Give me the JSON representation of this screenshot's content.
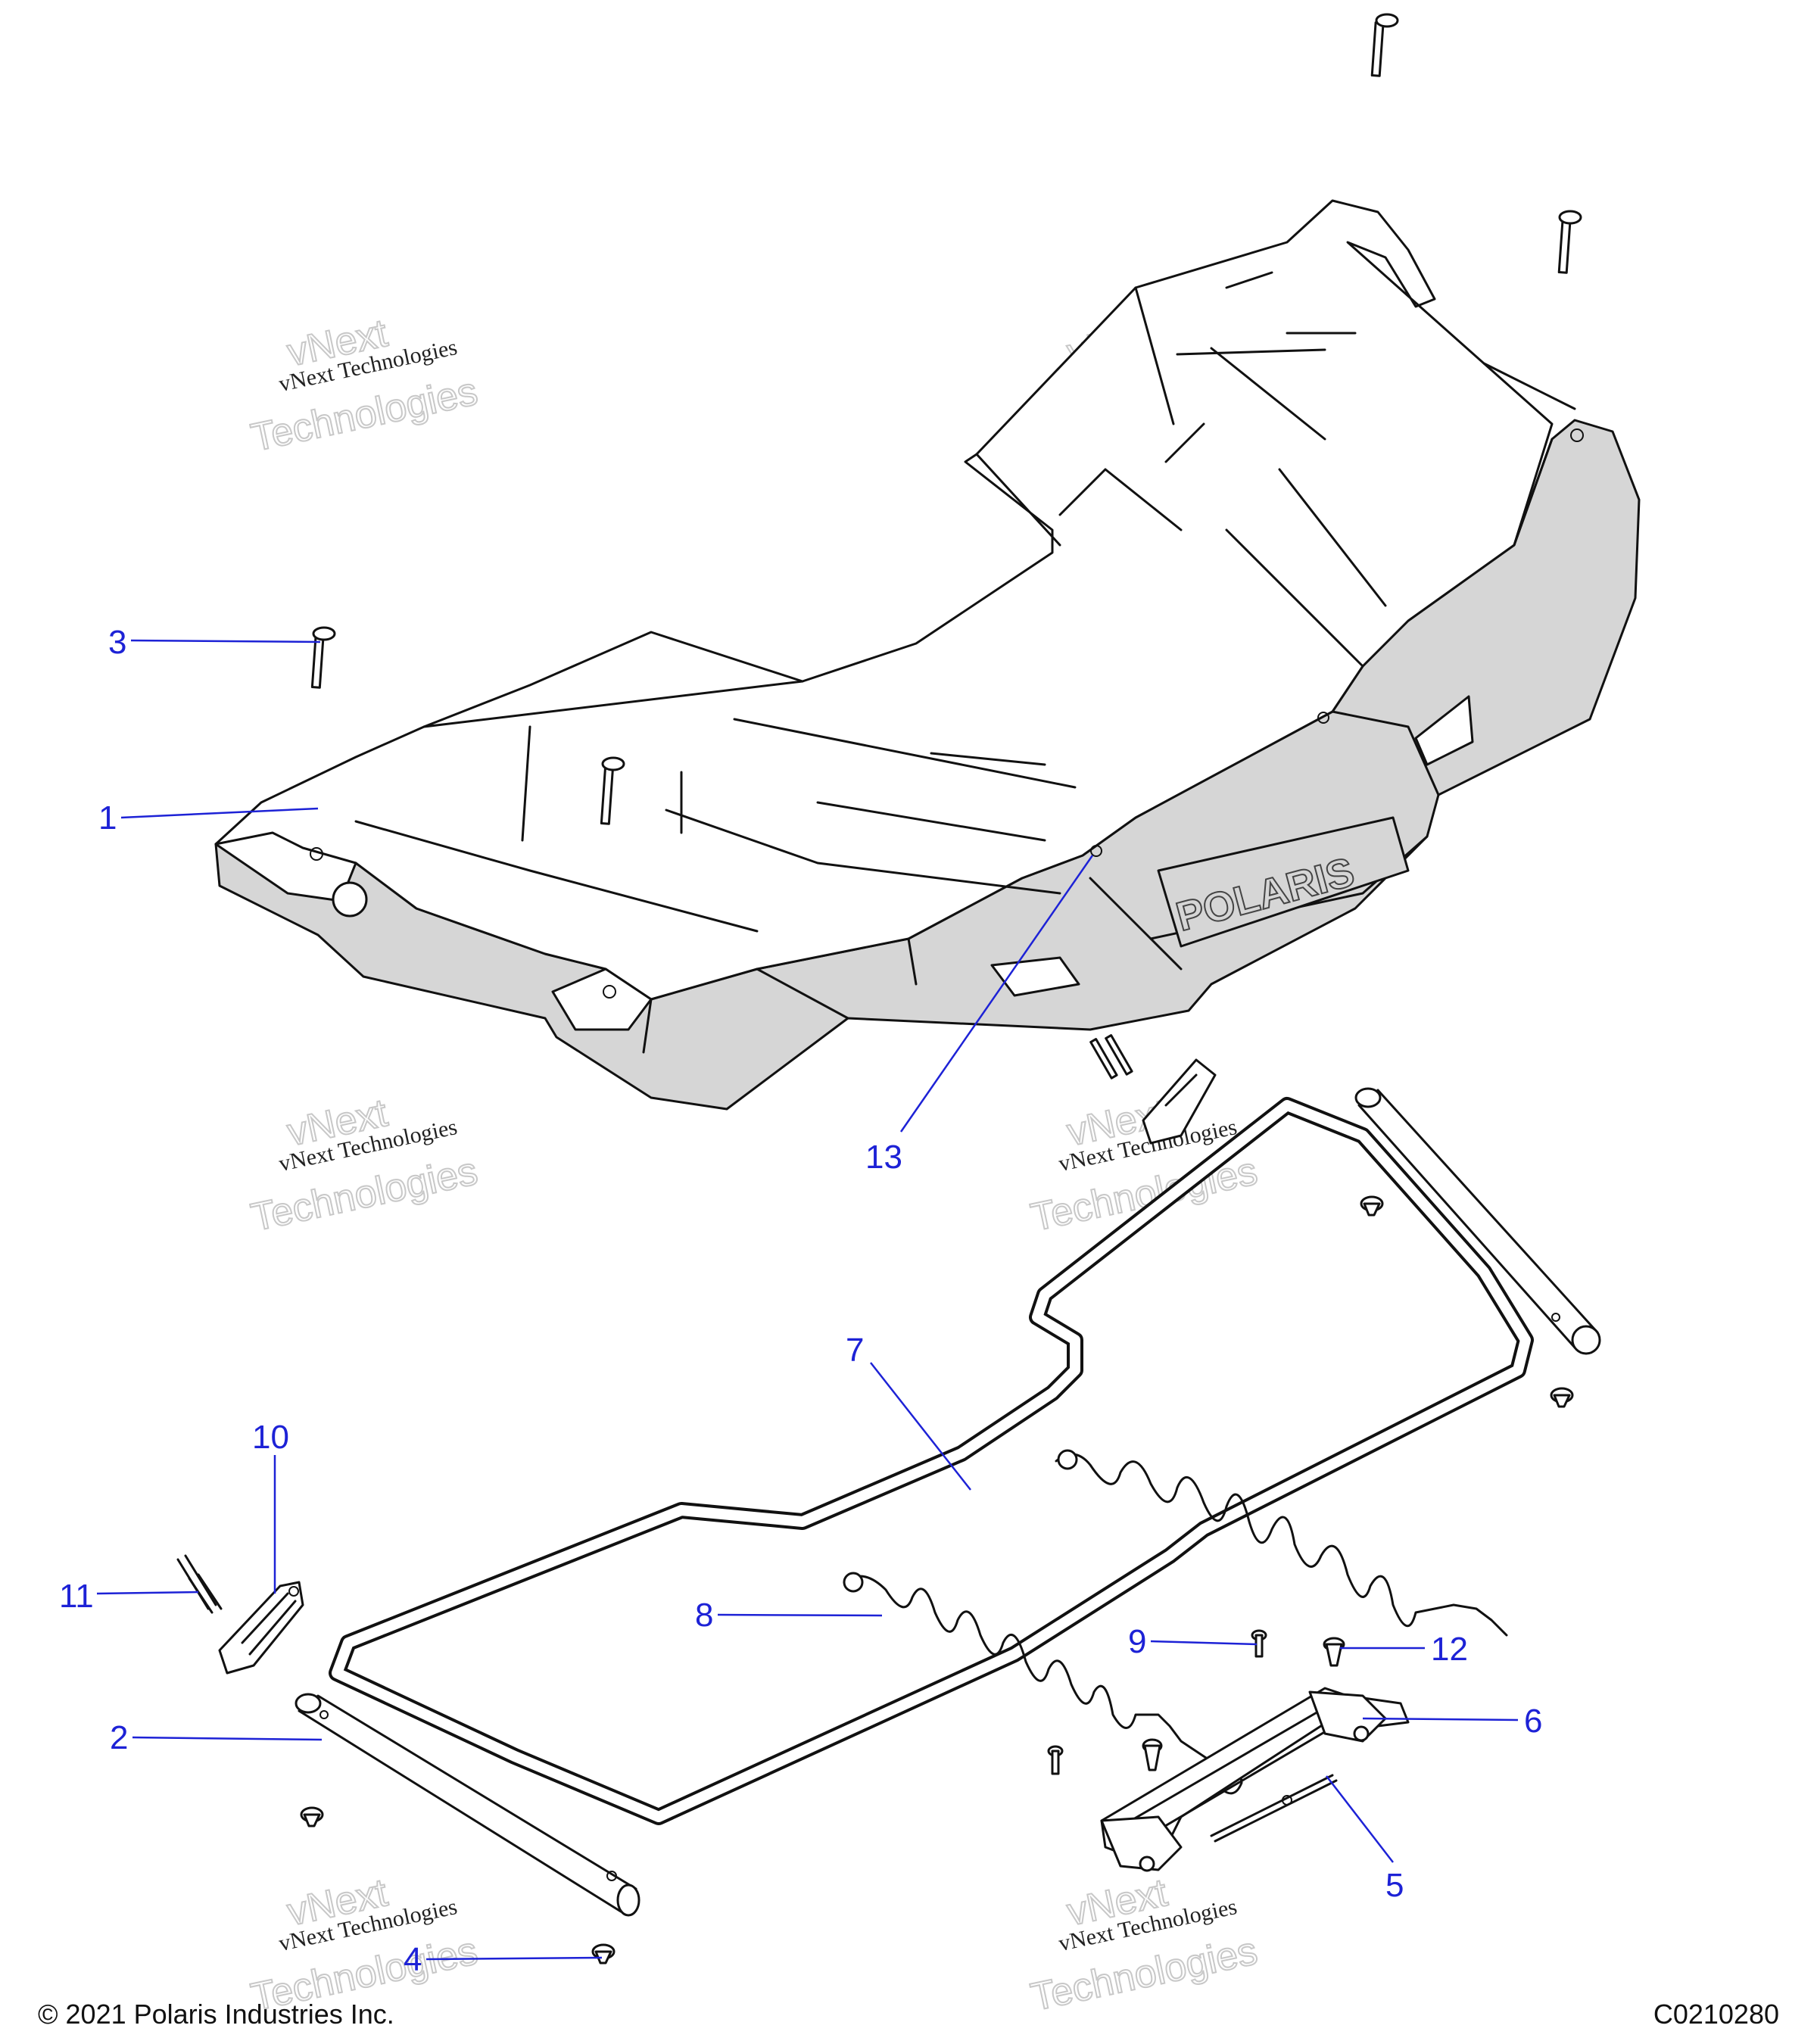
{
  "footer": {
    "copyright": "© 2021 Polaris Industries Inc.",
    "diagram_code": "C0210280"
  },
  "watermark": {
    "line1": "vNext",
    "line2": "vNext Technologies",
    "line3": "Technologies"
  },
  "callouts": [
    {
      "id": "1",
      "label": "1"
    },
    {
      "id": "2",
      "label": "2"
    },
    {
      "id": "3",
      "label": "3"
    },
    {
      "id": "4",
      "label": "4"
    },
    {
      "id": "5",
      "label": "5"
    },
    {
      "id": "6",
      "label": "6"
    },
    {
      "id": "7",
      "label": "7"
    },
    {
      "id": "8",
      "label": "8"
    },
    {
      "id": "9",
      "label": "9"
    },
    {
      "id": "10",
      "label": "10"
    },
    {
      "id": "11",
      "label": "11"
    },
    {
      "id": "12",
      "label": "12"
    },
    {
      "id": "13",
      "label": "13"
    }
  ],
  "colors": {
    "callout": "#1d22d6",
    "line": "#111111",
    "fill": "#d6d6d6"
  },
  "brand_mark": "POLARIS"
}
